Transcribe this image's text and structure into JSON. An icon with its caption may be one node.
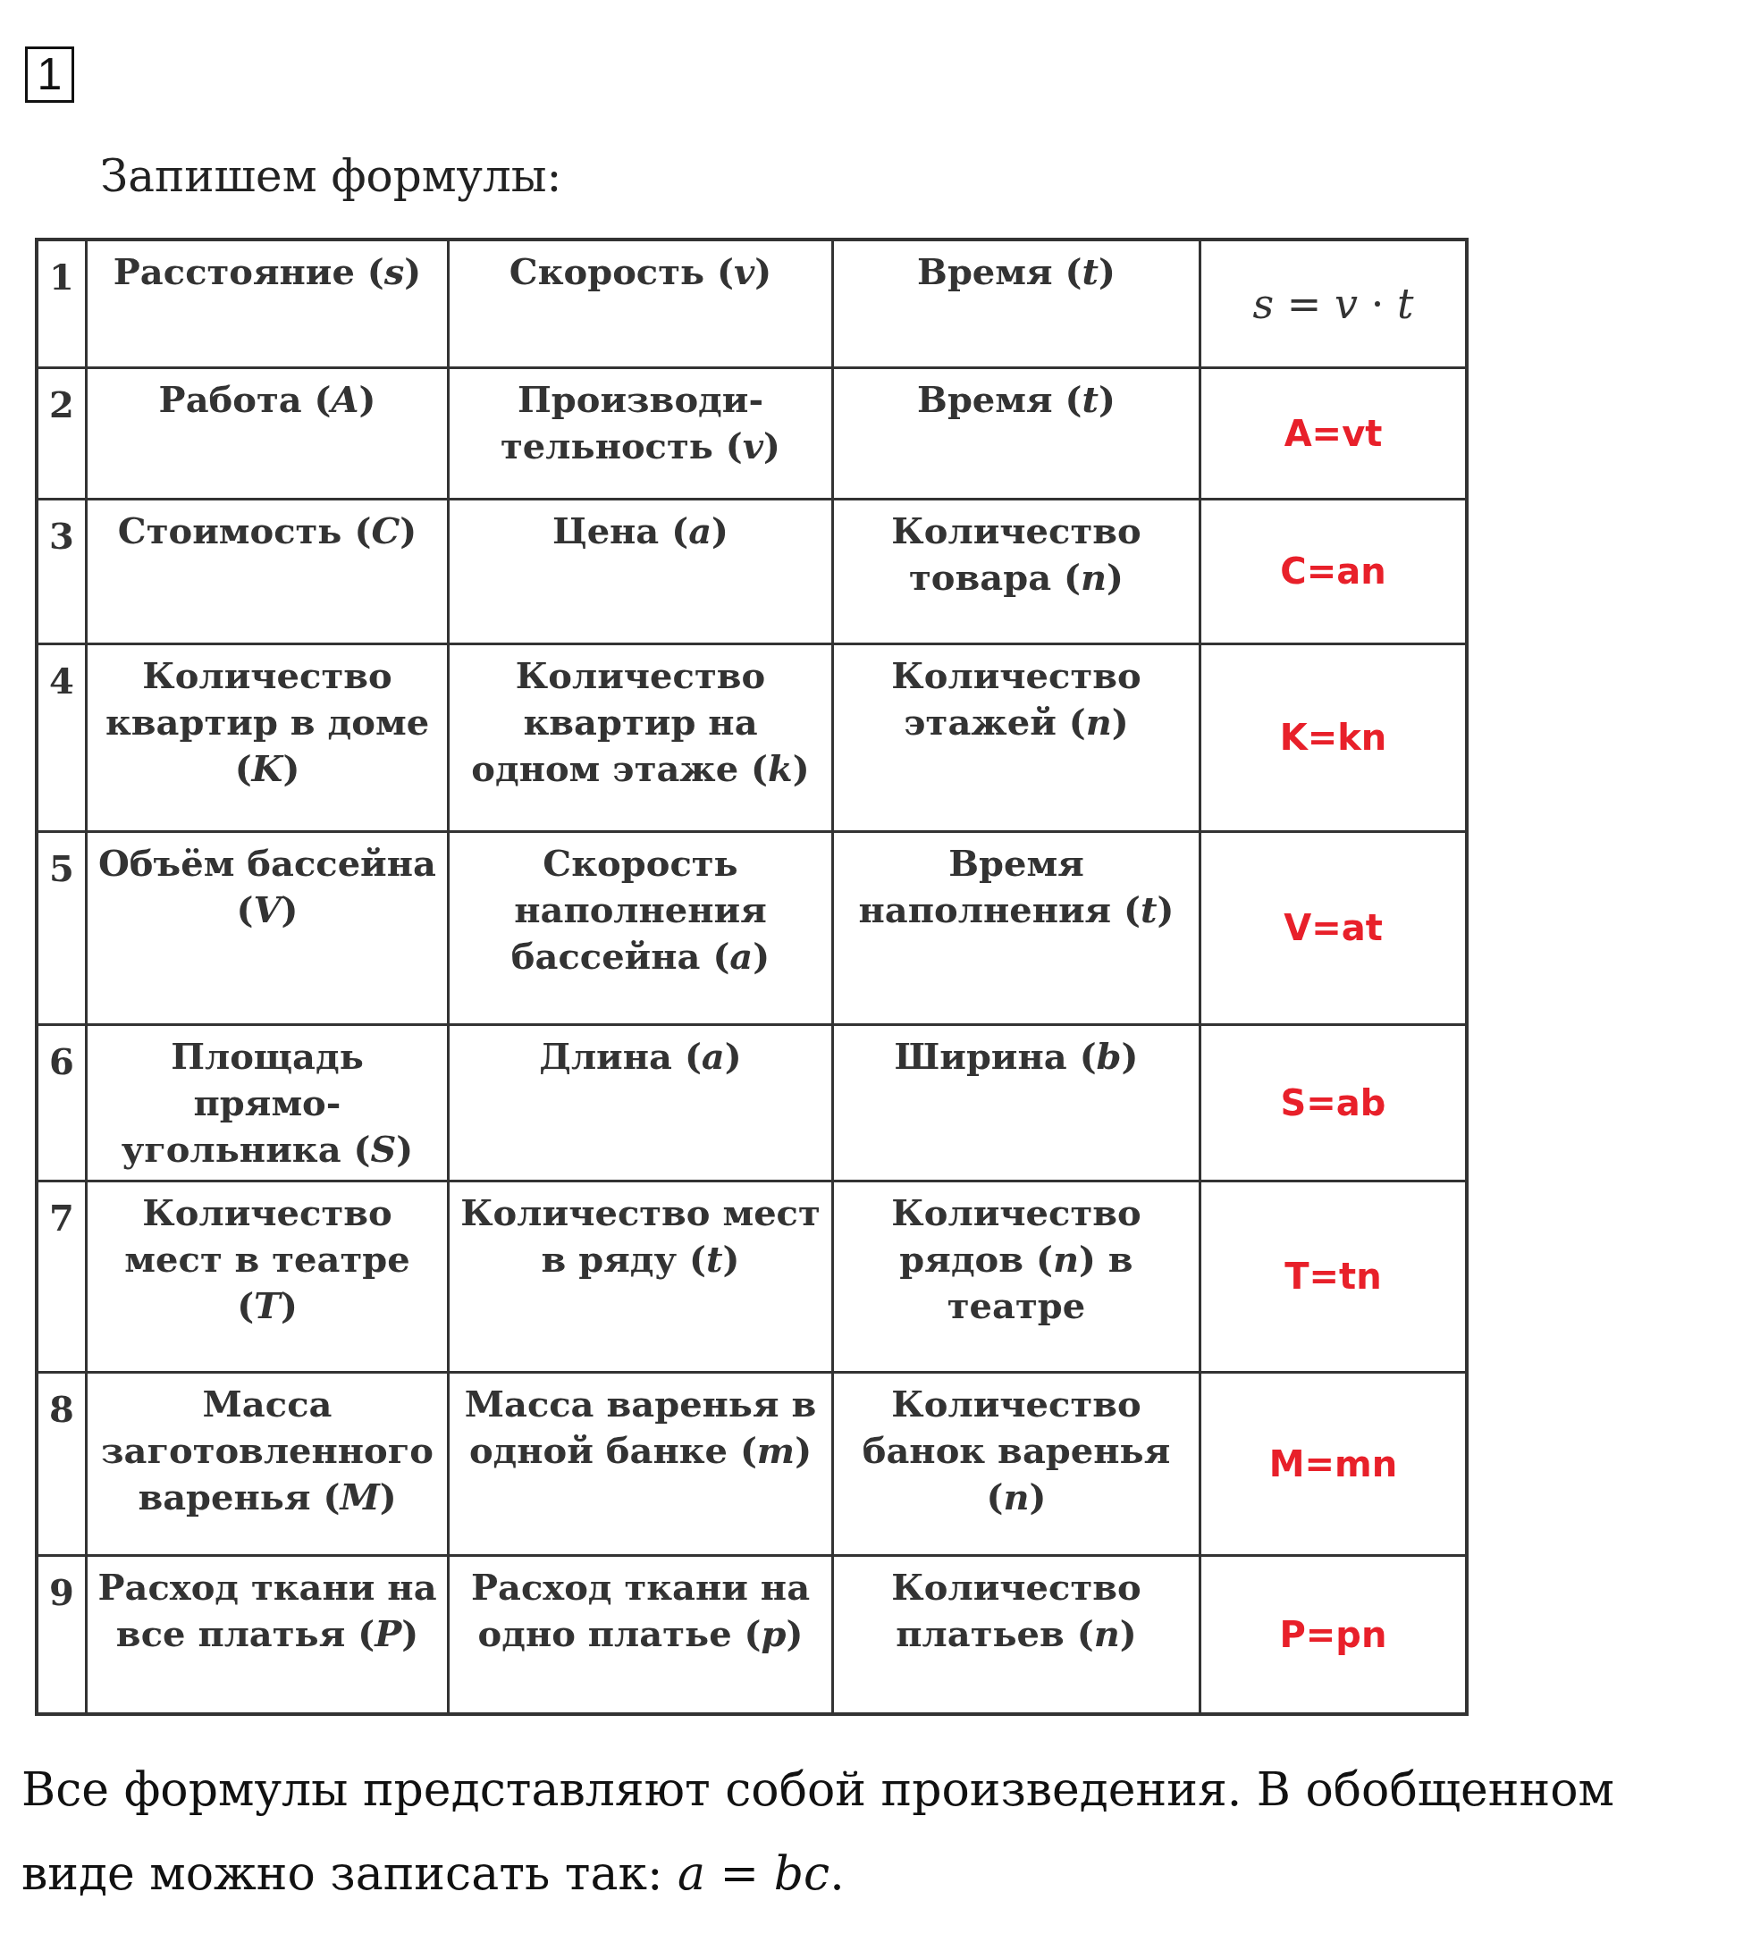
{
  "diagram": {
    "nodes": [
      {
        "text": [
          "1"
        ]
      }
    ],
    "labels": [
      "Запишем формулы:",
      "1",
      "Расстояние (*s*)",
      "Скорость (*v*)",
      "Время (*t*)",
      "*s* = *v* · *t*",
      "2",
      "Работа (*A*)",
      "Производи-тельность (*v*)",
      "Время (*t*)",
      "A=vt",
      "3",
      "Стоимость (*C*)",
      "Цена (*a*)",
      "Количество товара (*n*)",
      "C=an",
      "4",
      "Количество квартир в доме (*K*)",
      "Количество квартир на одном этаже (*k*)",
      "Количество этажей (*n*)",
      "K=kn",
      "5",
      "Объём бассейна (*V*)",
      "Скорость наполнения бассейна (*a*)",
      "Время наполнения (*t*)",
      "V=at",
      "6",
      "Площадь прямо-угольника (*S*)",
      "Длина (*a*)",
      "Ширина (*b*)",
      "S=ab",
      "7",
      "Количество мест в театре (*T*)",
      "Количество мест в ряду (*t*)",
      "Количество рядов (*n*) в театре",
      "T=tn",
      "8",
      "Масса заготовленного варенья (*M*)",
      "Масса варенья в одной банке (*m*)",
      "Количество банок варенья (*n*)",
      "M=mn",
      "9",
      "Расход ткани на все платья (*P*)",
      "Расход ткани на одно платье (*p*)",
      "Количество платьев (*n*)",
      "P=pn",
      "Все формулы представляют собой произведения. В обобщенном виде можно записать так: *a* = *bc*."
    ]
  }
}
